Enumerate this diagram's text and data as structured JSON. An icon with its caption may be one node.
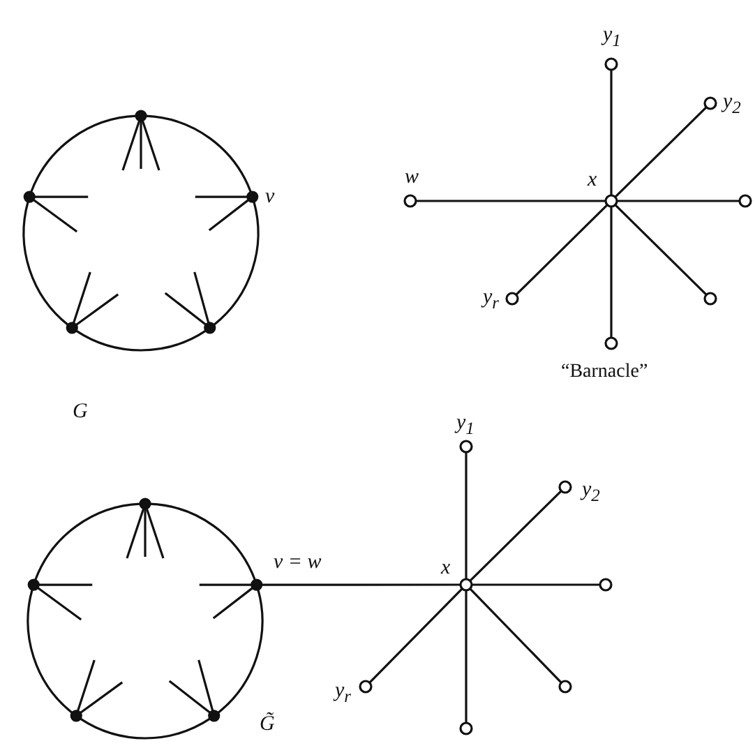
{
  "diagram": {
    "nodes": [
      {
        "text": [],
        "shape": "circle"
      },
      {
        "text": [],
        "shape": "circle"
      },
      {
        "text": [],
        "shape": "circle",
        "beside": [
          "v"
        ]
      },
      {
        "text": [],
        "shape": "circle"
      },
      {
        "text": [],
        "shape": "circle"
      },
      {
        "text": [],
        "shape": "circle",
        "beside": [
          "y$_{1}$"
        ]
      },
      {
        "text": [],
        "shape": "circle",
        "beside": [
          "y$_{2}$"
        ]
      },
      {
        "text": [],
        "shape": "circle",
        "beside": [
          "w"
        ]
      },
      {
        "text": [],
        "shape": "circle",
        "beside": [
          "x"
        ]
      },
      {
        "text": [],
        "shape": "circle"
      },
      {
        "text": [],
        "shape": "circle",
        "beside": [
          "y$_{r}$"
        ]
      },
      {
        "text": [],
        "shape": "circle"
      },
      {
        "text": [],
        "shape": "circle"
      },
      {
        "text": [],
        "shape": "circle"
      },
      {
        "text": [],
        "shape": "circle"
      },
      {
        "text": [],
        "shape": "circle",
        "beside": [
          "v = w"
        ]
      },
      {
        "text": [],
        "shape": "circle"
      },
      {
        "text": [],
        "shape": "circle"
      },
      {
        "text": [],
        "shape": "circle",
        "beside": [
          "y$_{1}$"
        ]
      },
      {
        "text": [],
        "shape": "circle",
        "beside": [
          "y$_{2}$"
        ]
      },
      {
        "text": [],
        "shape": "circle",
        "beside": [
          "x"
        ]
      },
      {
        "text": [],
        "shape": "circle"
      },
      {
        "text": [],
        "shape": "circle",
        "beside": [
          "y$_{r}$"
        ]
      },
      {
        "text": [],
        "shape": "circle"
      },
      {
        "text": [],
        "shape": "circle"
      }
    ],
    "edges": [
      {
        "from": 0,
        "to": 2,
        "arrow": "none"
      },
      {
        "from": 2,
        "to": 4,
        "arrow": "none"
      },
      {
        "from": 4,
        "to": 3,
        "arrow": "none"
      },
      {
        "from": 3,
        "to": 1,
        "arrow": "none"
      },
      {
        "from": 1,
        "to": 0,
        "arrow": "none"
      },
      {
        "from": 0,
        "to": null,
        "arrow": "none"
      },
      {
        "from": 0,
        "to": null,
        "arrow": "none"
      },
      {
        "from": 0,
        "to": null,
        "arrow": "none"
      },
      {
        "from": 1,
        "to": null,
        "arrow": "none"
      },
      {
        "from": 1,
        "to": null,
        "arrow": "none"
      },
      {
        "from": 2,
        "to": null,
        "arrow": "none"
      },
      {
        "from": 2,
        "to": null,
        "arrow": "none"
      },
      {
        "from": 3,
        "to": null,
        "arrow": "none"
      },
      {
        "from": 3,
        "to": null,
        "arrow": "none"
      },
      {
        "from": 4,
        "to": null,
        "arrow": "none"
      },
      {
        "from": 4,
        "to": null,
        "arrow": "none"
      },
      {
        "from": 8,
        "to": 5,
        "arrow": "none"
      },
      {
        "from": 8,
        "to": 6,
        "arrow": "none"
      },
      {
        "from": 8,
        "to": 7,
        "arrow": "none"
      },
      {
        "from": 8,
        "to": 9,
        "arrow": "none"
      },
      {
        "from": 8,
        "to": 10,
        "arrow": "none"
      },
      {
        "from": 8,
        "to": 11,
        "arrow": "none"
      },
      {
        "from": 8,
        "to": 12,
        "arrow": "none"
      },
      {
        "from": 13,
        "to": 15,
        "arrow": "none"
      },
      {
        "from": 15,
        "to": 17,
        "arrow": "none"
      },
      {
        "from": 17,
        "to": 16,
        "arrow": "none"
      },
      {
        "from": 16,
        "to": 14,
        "arrow": "none"
      },
      {
        "from": 14,
        "to": 13,
        "arrow": "none"
      },
      {
        "from": 13,
        "to": null,
        "arrow": "none"
      },
      {
        "from": 13,
        "to": null,
        "arrow": "none"
      },
      {
        "from": 13,
        "to": null,
        "arrow": "none"
      },
      {
        "from": 14,
        "to": null,
        "arrow": "none"
      },
      {
        "from": 14,
        "to": null,
        "arrow": "none"
      },
      {
        "from": 15,
        "to": null,
        "arrow": "none"
      },
      {
        "from": 15,
        "to": null,
        "arrow": "none"
      },
      {
        "from": 16,
        "to": null,
        "arrow": "none"
      },
      {
        "from": 16,
        "to": null,
        "arrow": "none"
      },
      {
        "from": 17,
        "to": null,
        "arrow": "none"
      },
      {
        "from": 17,
        "to": null,
        "arrow": "none"
      },
      {
        "from": 15,
        "to": 20,
        "arrow": "none"
      },
      {
        "from": 20,
        "to": 18,
        "arrow": "none"
      },
      {
        "from": 20,
        "to": 19,
        "arrow": "none"
      },
      {
        "from": 20,
        "to": 21,
        "arrow": "none"
      },
      {
        "from": 20,
        "to": 22,
        "arrow": "none"
      },
      {
        "from": 20,
        "to": 23,
        "arrow": "none"
      },
      {
        "from": 20,
        "to": 24,
        "arrow": "none"
      }
    ],
    "labels": [
      "“Barnacle”",
      "G",
      "G̃"
    ]
  }
}
